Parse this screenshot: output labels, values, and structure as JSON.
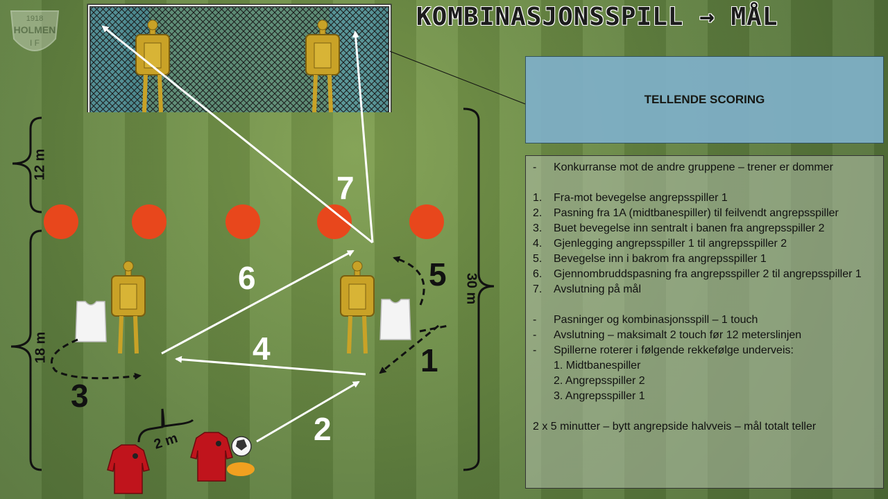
{
  "title": "KOMBINASJONSSPILL → MÅL",
  "logo": {
    "year": "1918",
    "name": "HOLMEN",
    "letters": "I F"
  },
  "scoring_box": {
    "text": "TELLENDE SCORING"
  },
  "rules": {
    "intro": "Konkurranse mot de andre gruppene – trener er dommer",
    "steps": [
      "Fra-mot bevegelse angrepsspiller 1",
      "Pasning fra 1A (midtbanespiller) til feilvendt angrepsspiller",
      "Buet bevegelse inn sentralt i banen fra angrepsspiller 2",
      "Gjenlegging angrepsspiller 1 til angrepsspiller 2",
      "Bevegelse inn i bakrom fra angrepsspiller 1",
      "Gjennombruddspasning fra angrepsspiller 2 til angrepsspiller 1",
      "Avslutning på mål"
    ],
    "notes": [
      "Pasninger og kombinasjonsspill – 1 touch",
      "Avslutning – maksimalt 2 touch før 12 meterslinjen",
      "Spillerne roterer i følgende rekkefølge underveis:"
    ],
    "rotation": [
      "1. Midtbanespiller",
      "2. Angrepsspiller 2",
      "3. Angrepsspiller 1"
    ],
    "footer": "2 x 5 minutter – bytt angrepside halvveis – mål totalt teller"
  },
  "diagram": {
    "distances": {
      "goal_zone": "12 m",
      "zone": "18 m",
      "field_length": "30 m",
      "player_gap": "2 m"
    },
    "step_numbers": [
      "1",
      "2",
      "3",
      "4",
      "5",
      "6",
      "7"
    ]
  },
  "colors": {
    "field": "#5f7f3f",
    "cone": "#e8471c",
    "mannequin": "#c9a227",
    "net": "#3d8fd0",
    "jersey": "#c0141c",
    "scoring_box": "#7fb0c8"
  }
}
